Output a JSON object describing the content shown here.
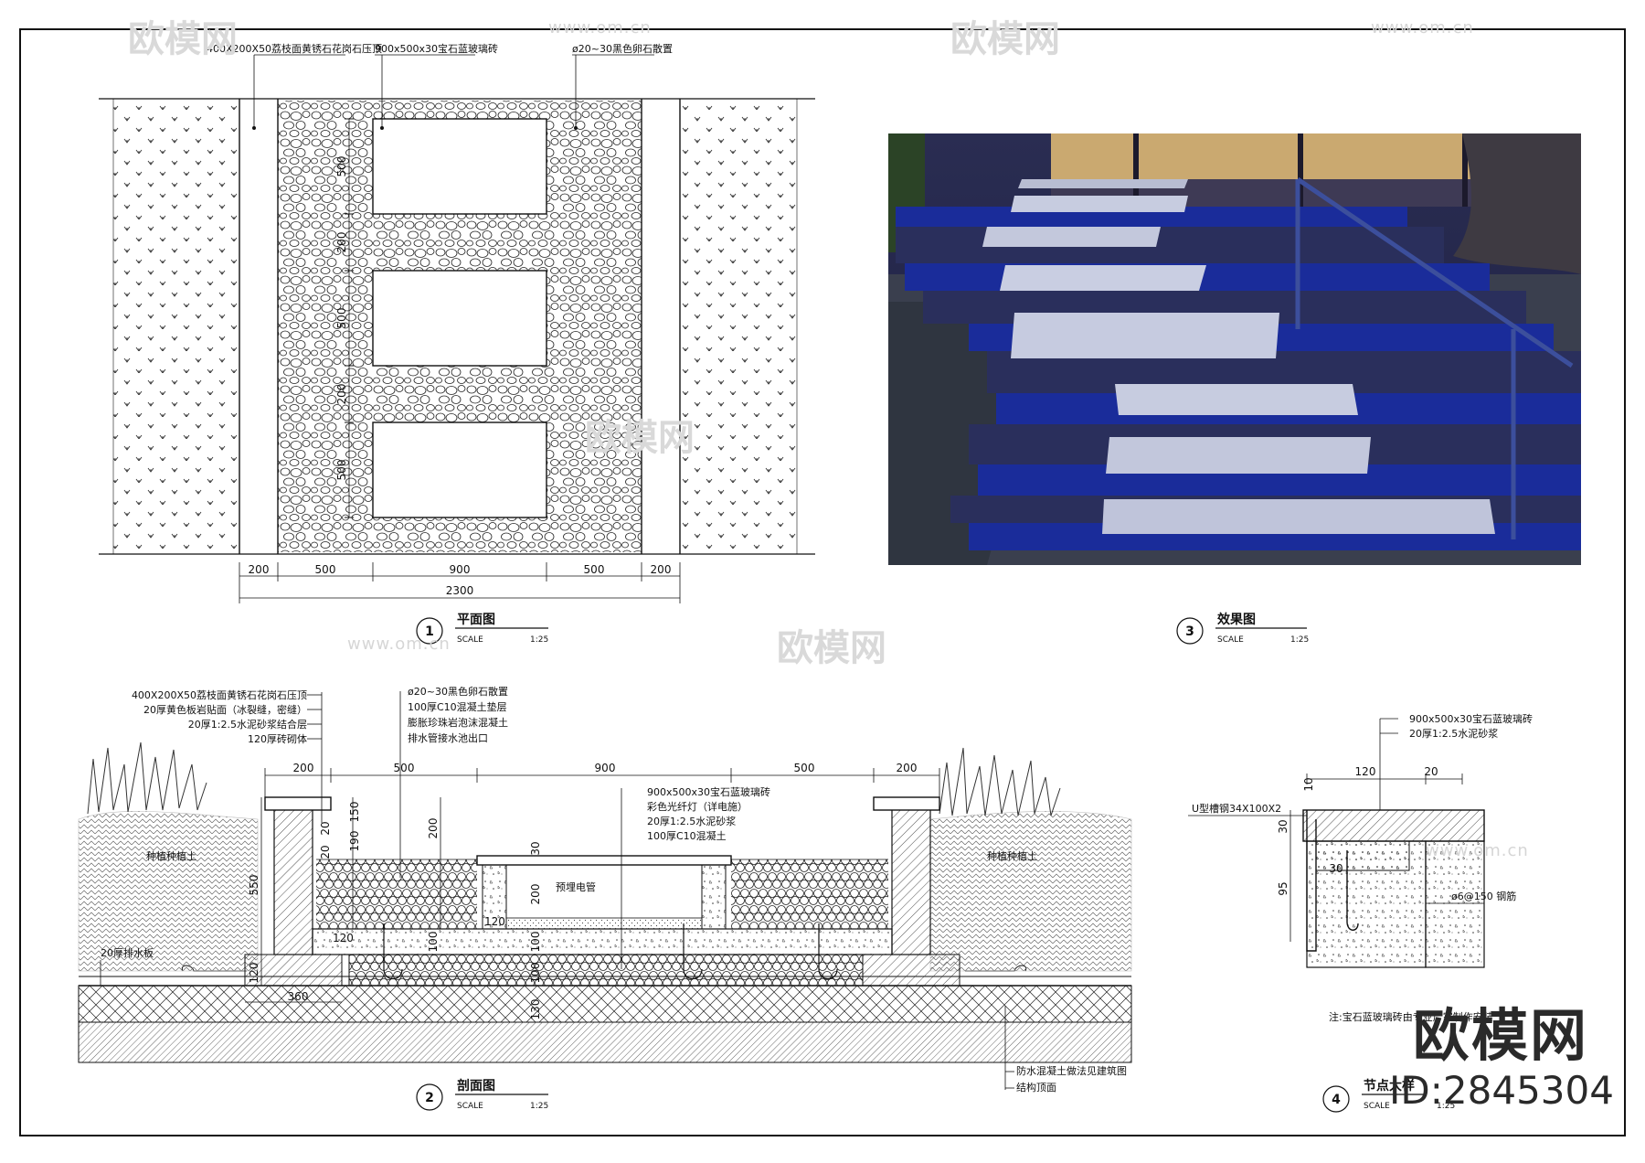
{
  "plan": {
    "labels": {
      "curb": "400X200X50荔枝面黄锈石花岗石压顶",
      "glass": "900x500x30宝石蓝玻璃砖",
      "pebble": "ø20~30黑色卵石散置"
    },
    "vertical_dims": [
      "500",
      "200",
      "500",
      "200",
      "500"
    ],
    "horizontal_dims": [
      "200",
      "500",
      "900",
      "500",
      "200"
    ],
    "total": "2300",
    "title": "平面图",
    "number": "1",
    "scale_label": "SCALE",
    "scale_value": "1:25"
  },
  "photo": {
    "title": "效果图",
    "number": "3",
    "scale_label": "SCALE",
    "scale_value": "1:25"
  },
  "section": {
    "left_labels": [
      "400X200X50荔枝面黄锈石花岗石压顶",
      "20厚黄色板岩贴面（冰裂缝，密缝）",
      "20厚1:2.5水泥砂浆结合层",
      "120厚砖砌体"
    ],
    "mid_labels": [
      "ø20~30黑色卵石散置",
      "100厚C10混凝土垫层",
      "膨胀珍珠岩泡沫混凝土",
      "排水管接水池出口"
    ],
    "right_labels": [
      "900x500x30宝石蓝玻璃砖",
      "彩色光纤灯（详电施）",
      "20厚1:2.5水泥砂浆",
      "100厚C10混凝土"
    ],
    "top_dims": [
      "200",
      "500",
      "900",
      "500",
      "200"
    ],
    "left_dims": [
      "550",
      "120"
    ],
    "wall_dims": [
      "150",
      "190"
    ],
    "inner_dims": [
      "200",
      "30",
      "200",
      "100"
    ],
    "stack_dims": [
      "100",
      "100",
      "130"
    ],
    "misc_dims": [
      "120",
      "360",
      "120",
      "20",
      "20"
    ],
    "soil_left": "种植种植土",
    "soil_right": "种植种植土",
    "board": "20厚排水板",
    "pipe": "预埋电管",
    "bottom_labels": [
      "防水混凝土做法见建筑图",
      "结构顶面"
    ],
    "title": "剖面图",
    "number": "2",
    "scale_label": "SCALE",
    "scale_value": "1:25"
  },
  "detail": {
    "labels": [
      "900x500x30宝石蓝玻璃砖",
      "20厚1:2.5水泥砂浆"
    ],
    "channel": "U型槽钢34X100X2",
    "rebar": "ø6@150  钢筋",
    "dims": [
      "120",
      "20",
      "30",
      "95",
      "30",
      "10"
    ],
    "note": "注:宝石蓝玻璃砖由专业厂家制作安装",
    "title": "节点大样",
    "number": "4",
    "scale_label": "SCALE",
    "scale_value": "1:25"
  },
  "watermark": {
    "brand": "欧模网",
    "site": "www.om.cn",
    "id": "ID:2845304"
  }
}
